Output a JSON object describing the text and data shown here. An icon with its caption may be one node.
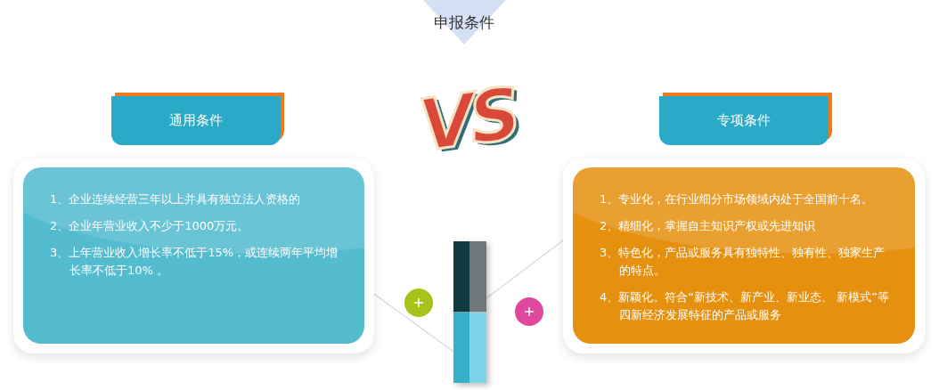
{
  "diagram": {
    "title": "申报条件",
    "nodes": [
      {
        "text": [
          "通用条件"
        ]
      },
      {
        "text": [
          "1、企业连续经营三年以上并具有独立法人资格的",
          "2、企业年营业收入不少于1000万元。",
          "3、上年营业收入增长率不低于15%，或连续两年平均增长率不低于10% 。"
        ]
      },
      {
        "text": [
          "专项条件"
        ]
      },
      {
        "text": [
          "1、专业化，在行业细分市场领域内处于全国前十名。",
          "2、精细化，掌握自主知识产权或先进知识",
          "3、特色化，产品或服务具有独特性、独有性、独家生产的特点。",
          "4、新颖化。符合“新技术、新产业、新业态、 新模式”等四新经济发展特征的产品或服务"
        ]
      },
      {
        "text": [],
        "shape": "bar"
      }
    ],
    "edges": [
      {
        "from": 1,
        "to": 4,
        "arrow": "none"
      },
      {
        "from": 3,
        "to": 4,
        "arrow": "none"
      }
    ],
    "labels": [
      "VS"
    ]
  }
}
